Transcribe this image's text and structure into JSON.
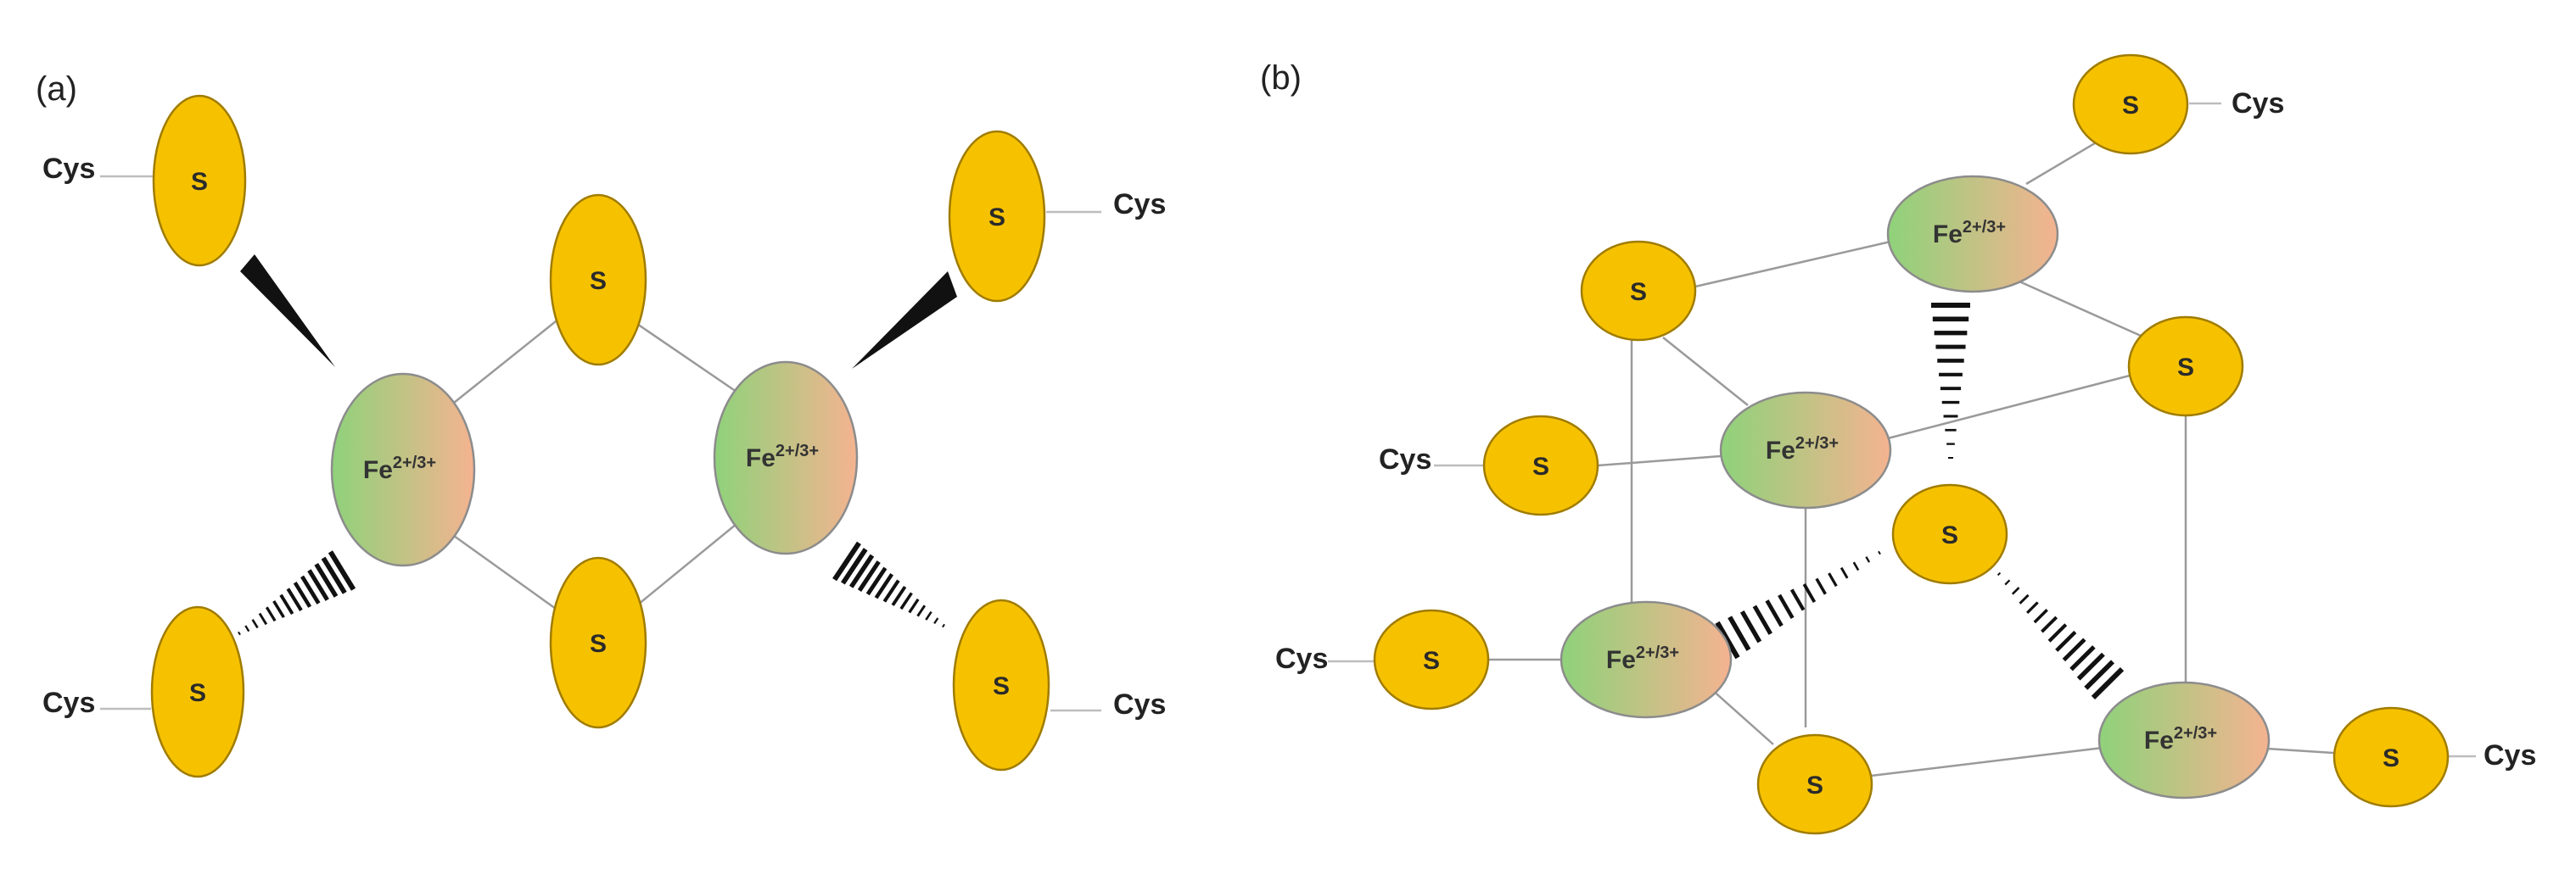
{
  "panels": {
    "a": {
      "label": "(a)"
    },
    "b": {
      "label": "(b)"
    }
  },
  "atoms": {
    "sulfur": "S",
    "iron_base": "Fe",
    "iron_charge": "2+/3+",
    "cysteine": "Cys"
  },
  "colors": {
    "sulfur_fill": "#f6c200",
    "sulfur_stroke": "#a07c00",
    "iron_gradient_start": "#8fd27a",
    "iron_gradient_end": "#f4b390",
    "bond": "#9a9a9a",
    "wedge": "#111111"
  }
}
